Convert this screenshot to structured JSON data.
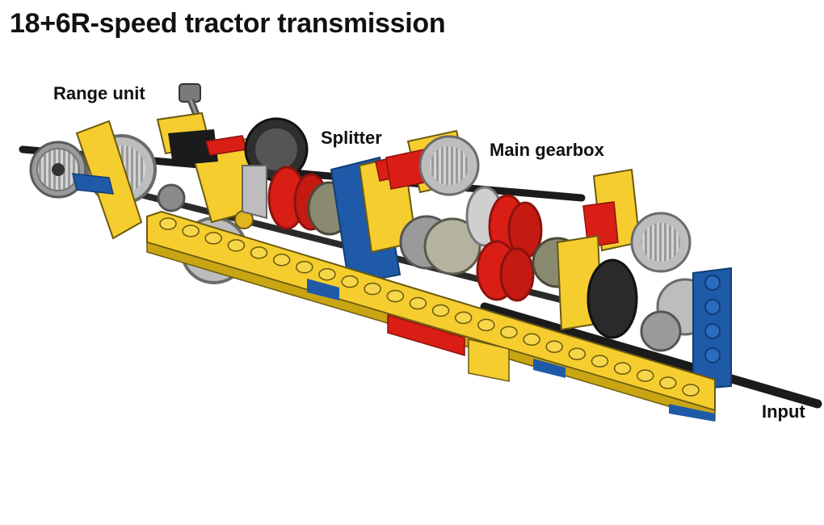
{
  "title": "18+6R-speed tractor transmission",
  "labels": {
    "range_unit": "Range unit",
    "splitter": "Splitter",
    "main_gearbox": "Main gearbox",
    "input": "Input"
  },
  "colors": {
    "yellow": "#f5cd2f",
    "yellow_dark": "#c9a514",
    "blue": "#1e5aa8",
    "blue_dark": "#123d75",
    "red": "#d91e16",
    "red_dark": "#8c120d",
    "light_gray": "#c8c8c8",
    "dark_gray": "#6b6b6b",
    "black_axle": "#1b1b1b",
    "black_gear": "#2a2a2a"
  }
}
